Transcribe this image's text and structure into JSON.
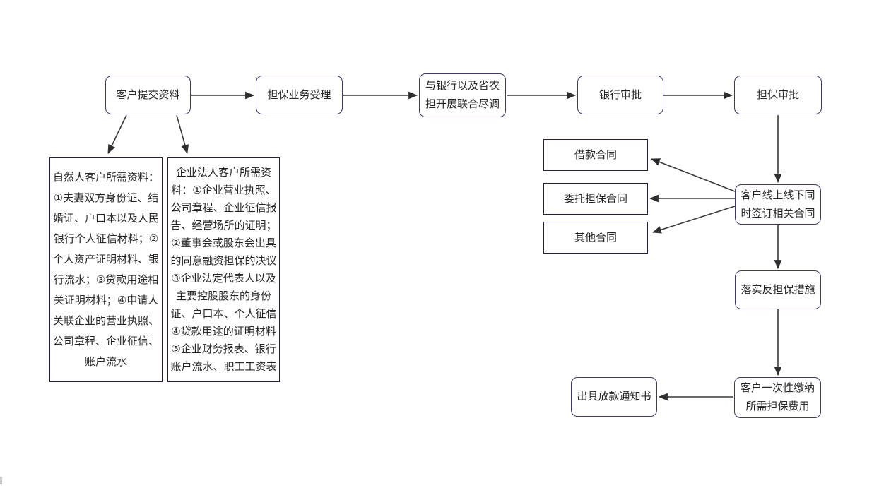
{
  "diagram": {
    "type": "flowchart",
    "language": "zh-CN",
    "colors": {
      "background": "#ffffff",
      "rounded_box_border": "#3c3b66",
      "rect_box_border": "#1f2245",
      "arrow": "#333333",
      "text": "#262626"
    },
    "nodes": {
      "submit": {
        "label": "客户提交资料"
      },
      "acceptance": {
        "label": "担保业务受理"
      },
      "due_diligence": {
        "label": "与银行以及省农\n担开展联合尽调"
      },
      "bank_approval": {
        "label": "银行审批"
      },
      "guarantee_approval": {
        "label": "担保审批"
      },
      "natural_person_docs": {
        "label": "自然人客户所需资料：\n①夫妻双方身份证、结\n婚证、户口本以及人民\n银行个人征信材料；②\n个人资产证明材料、银\n行流水；③贷款用途相\n关证明材料；④申请人\n关联企业的营业执照、\n公司章程、企业征信、\n账户流水"
      },
      "corporate_docs": {
        "label": "企业法人客户所需资\n料：①企业营业执照、\n公司章程、企业征信报\n告、经营场所的证明；\n②董事会或股东会出具\n的同意融资担保的决议\n③企业法定代表人以及\n主要控股股东的身份\n证、户口本、个人征信\n④贷款用途的证明材料\n⑤企业财务报表、银行\n账户流水、职工工资表"
      },
      "loan_contract": {
        "label": "借款合同"
      },
      "entrusted_guarantee_contract": {
        "label": "委托担保合同"
      },
      "other_contract": {
        "label": "其他合同"
      },
      "sign_contracts": {
        "label": "客户线上线下同\n时签订相关合同"
      },
      "counter_guarantee": {
        "label": "落实反担保措施"
      },
      "pay_fee": {
        "label": "客户一次性缴纳\n所需担保费用"
      },
      "loan_notice": {
        "label": "出具放款通知书"
      }
    },
    "edges": [
      "submit -> acceptance",
      "acceptance -> due_diligence",
      "due_diligence -> bank_approval",
      "bank_approval -> guarantee_approval",
      "submit -> natural_person_docs",
      "submit -> corporate_docs",
      "guarantee_approval -> sign_contracts",
      "sign_contracts -> loan_contract",
      "sign_contracts -> entrusted_guarantee_contract",
      "sign_contracts -> other_contract",
      "sign_contracts -> counter_guarantee",
      "counter_guarantee -> pay_fee",
      "pay_fee -> loan_notice"
    ]
  }
}
